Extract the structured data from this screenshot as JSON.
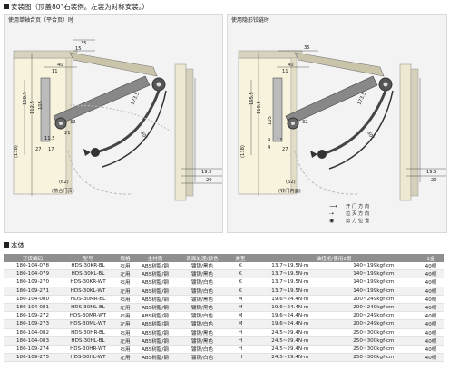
{
  "install_title": "安装图（顶盖80°右装例。左装为对称安装。）",
  "left_panel": {
    "label": "使用单轴合页（平合页）时",
    "dims": {
      "d35": "35",
      "d15": "15",
      "d40": "40",
      "d11": "11",
      "d158_5": "158.5",
      "d112_5": "112.5",
      "d105": "105",
      "d32": "32",
      "d21": "21",
      "d138": "(138)",
      "d11_5": "11.5",
      "d62": "(62)",
      "d173_5": "173.5",
      "d80": "80°",
      "d19_5": "19.5",
      "d20": "20",
      "d17": "17",
      "d27": "27"
    },
    "note": "(箭合门页)"
  },
  "right_panel": {
    "label": "使用隐形铰链时",
    "dims": {
      "d35": "35",
      "d40": "40",
      "d11": "11",
      "d165_5": "165.5",
      "d119_5": "119.5",
      "d32": "32",
      "d105": "105",
      "d138": "(138)",
      "d62": "(62)",
      "d173_5": "173.5",
      "d80": "80°",
      "d19_5": "19.5",
      "d20": "20",
      "d27": "27",
      "d4": "4",
      "d9": "9",
      "d11b": "11"
    },
    "note": "(铰门内面)"
  },
  "legend": {
    "rows": [
      "开 门 方 向",
      "拉 灭 方 向",
      "剪 力 位 置"
    ]
  },
  "spec_title": "本体",
  "table": {
    "headers": [
      "订货编码",
      "型号",
      "规格",
      "主材质",
      "表面处理/颜色",
      "类型",
      "轴扭矩/使用2根",
      "",
      "1盒"
    ],
    "rows": [
      [
        "180-104-078",
        "HDS-30KR-BL",
        "右用",
        "ABS树脂/钢",
        "镀镍/黑色",
        "K",
        "13.7~19.5N·m",
        "140~199kgf·cm",
        "40根"
      ],
      [
        "180-104-079",
        "HDS-30KL-BL",
        "左用",
        "ABS树脂/钢",
        "镀镍/黑色",
        "K",
        "13.7~19.5N·m",
        "140~199kgf·cm",
        "40根"
      ],
      [
        "180-109-270",
        "HDS-30KR-WT",
        "右用",
        "ABS树脂/钢",
        "镀镍/白色",
        "K",
        "13.7~19.5N·m",
        "140~199kgf·cm",
        "40根"
      ],
      [
        "180-109-271",
        "HDS-30KL-WT",
        "左用",
        "ABS树脂/钢",
        "镀镍/白色",
        "K",
        "13.7~19.5N·m",
        "140~199kgf·cm",
        "40根"
      ],
      [
        "180-104-080",
        "HDS-30MR-BL",
        "右用",
        "ABS树脂/钢",
        "镀镍/黑色",
        "M",
        "19.6~24.4N·m",
        "200~249kgf·cm",
        "40根"
      ],
      [
        "180-104-081",
        "HDS-30ML-BL",
        "左用",
        "ABS树脂/钢",
        "镀镍/黑色",
        "M",
        "19.6~24.4N·m",
        "200~249kgf·cm",
        "40根"
      ],
      [
        "180-109-272",
        "HDS-30MR-WT",
        "右用",
        "ABS树脂/钢",
        "镀镍/白色",
        "M",
        "19.6~24.4N·m",
        "200~249kgf·cm",
        "40根"
      ],
      [
        "180-109-273",
        "HDS-30ML-WT",
        "左用",
        "ABS树脂/钢",
        "镀镍/白色",
        "M",
        "19.6~24.4N·m",
        "200~249kgf·cm",
        "40根"
      ],
      [
        "180-104-082",
        "HDS-30HR-BL",
        "右用",
        "ABS树脂/钢",
        "镀镍/黑色",
        "H",
        "24.5~29.4N·m",
        "250~300kgf·cm",
        "40根"
      ],
      [
        "180-104-083",
        "HDS-30HL-BL",
        "左用",
        "ABS树脂/钢",
        "镀镍/黑色",
        "H",
        "24.5~29.4N·m",
        "250~300kgf·cm",
        "40根"
      ],
      [
        "180-109-274",
        "HDS-30HR-WT",
        "右用",
        "ABS树脂/钢",
        "镀镍/白色",
        "H",
        "24.5~29.4N·m",
        "250~300kgf·cm",
        "40根"
      ],
      [
        "180-109-275",
        "HDS-30HL-WT",
        "左用",
        "ABS树脂/钢",
        "镀镍/白色",
        "H",
        "24.5~29.4N·m",
        "250~300kgf·cm",
        "40根"
      ]
    ]
  }
}
